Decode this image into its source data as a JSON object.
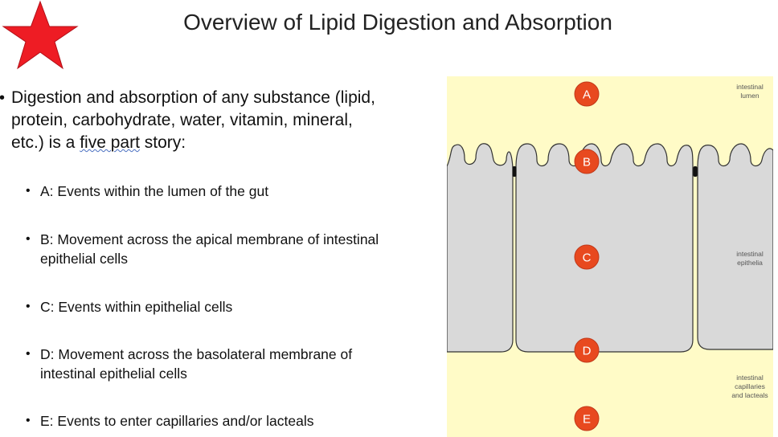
{
  "title": "Overview of Lipid Digestion and Absorption",
  "main_bullet": {
    "text_before": "Digestion and absorption of any substance (lipid, protein, carbohydrate, water, vitamin, mineral, etc.) is a ",
    "underlined": "five part",
    "text_after": " story:"
  },
  "sub_bullets": [
    "A: Events within the lumen of the gut",
    "B: Movement across the apical membrane of intestinal epithelial cells",
    "C: Events within epithelial cells",
    "D: Movement across the basolateral membrane of intestinal epithelial cells",
    "E: Events to enter capillaries and/or lacteals"
  ],
  "diagram": {
    "markers": [
      "A",
      "B",
      "C",
      "D",
      "E"
    ],
    "region_labels": {
      "lumen": [
        "intestinal",
        "lumen"
      ],
      "epithelia": [
        "intestinal",
        "epithelia"
      ],
      "capillaries": [
        "intestinal",
        "capillaries",
        "and lacteals"
      ]
    },
    "colors": {
      "background": "#fffbc7",
      "cell_fill": "#d9d9d9",
      "cell_stroke": "#333333",
      "marker_fill": "#e8491f",
      "star": "#ee1c24"
    }
  }
}
